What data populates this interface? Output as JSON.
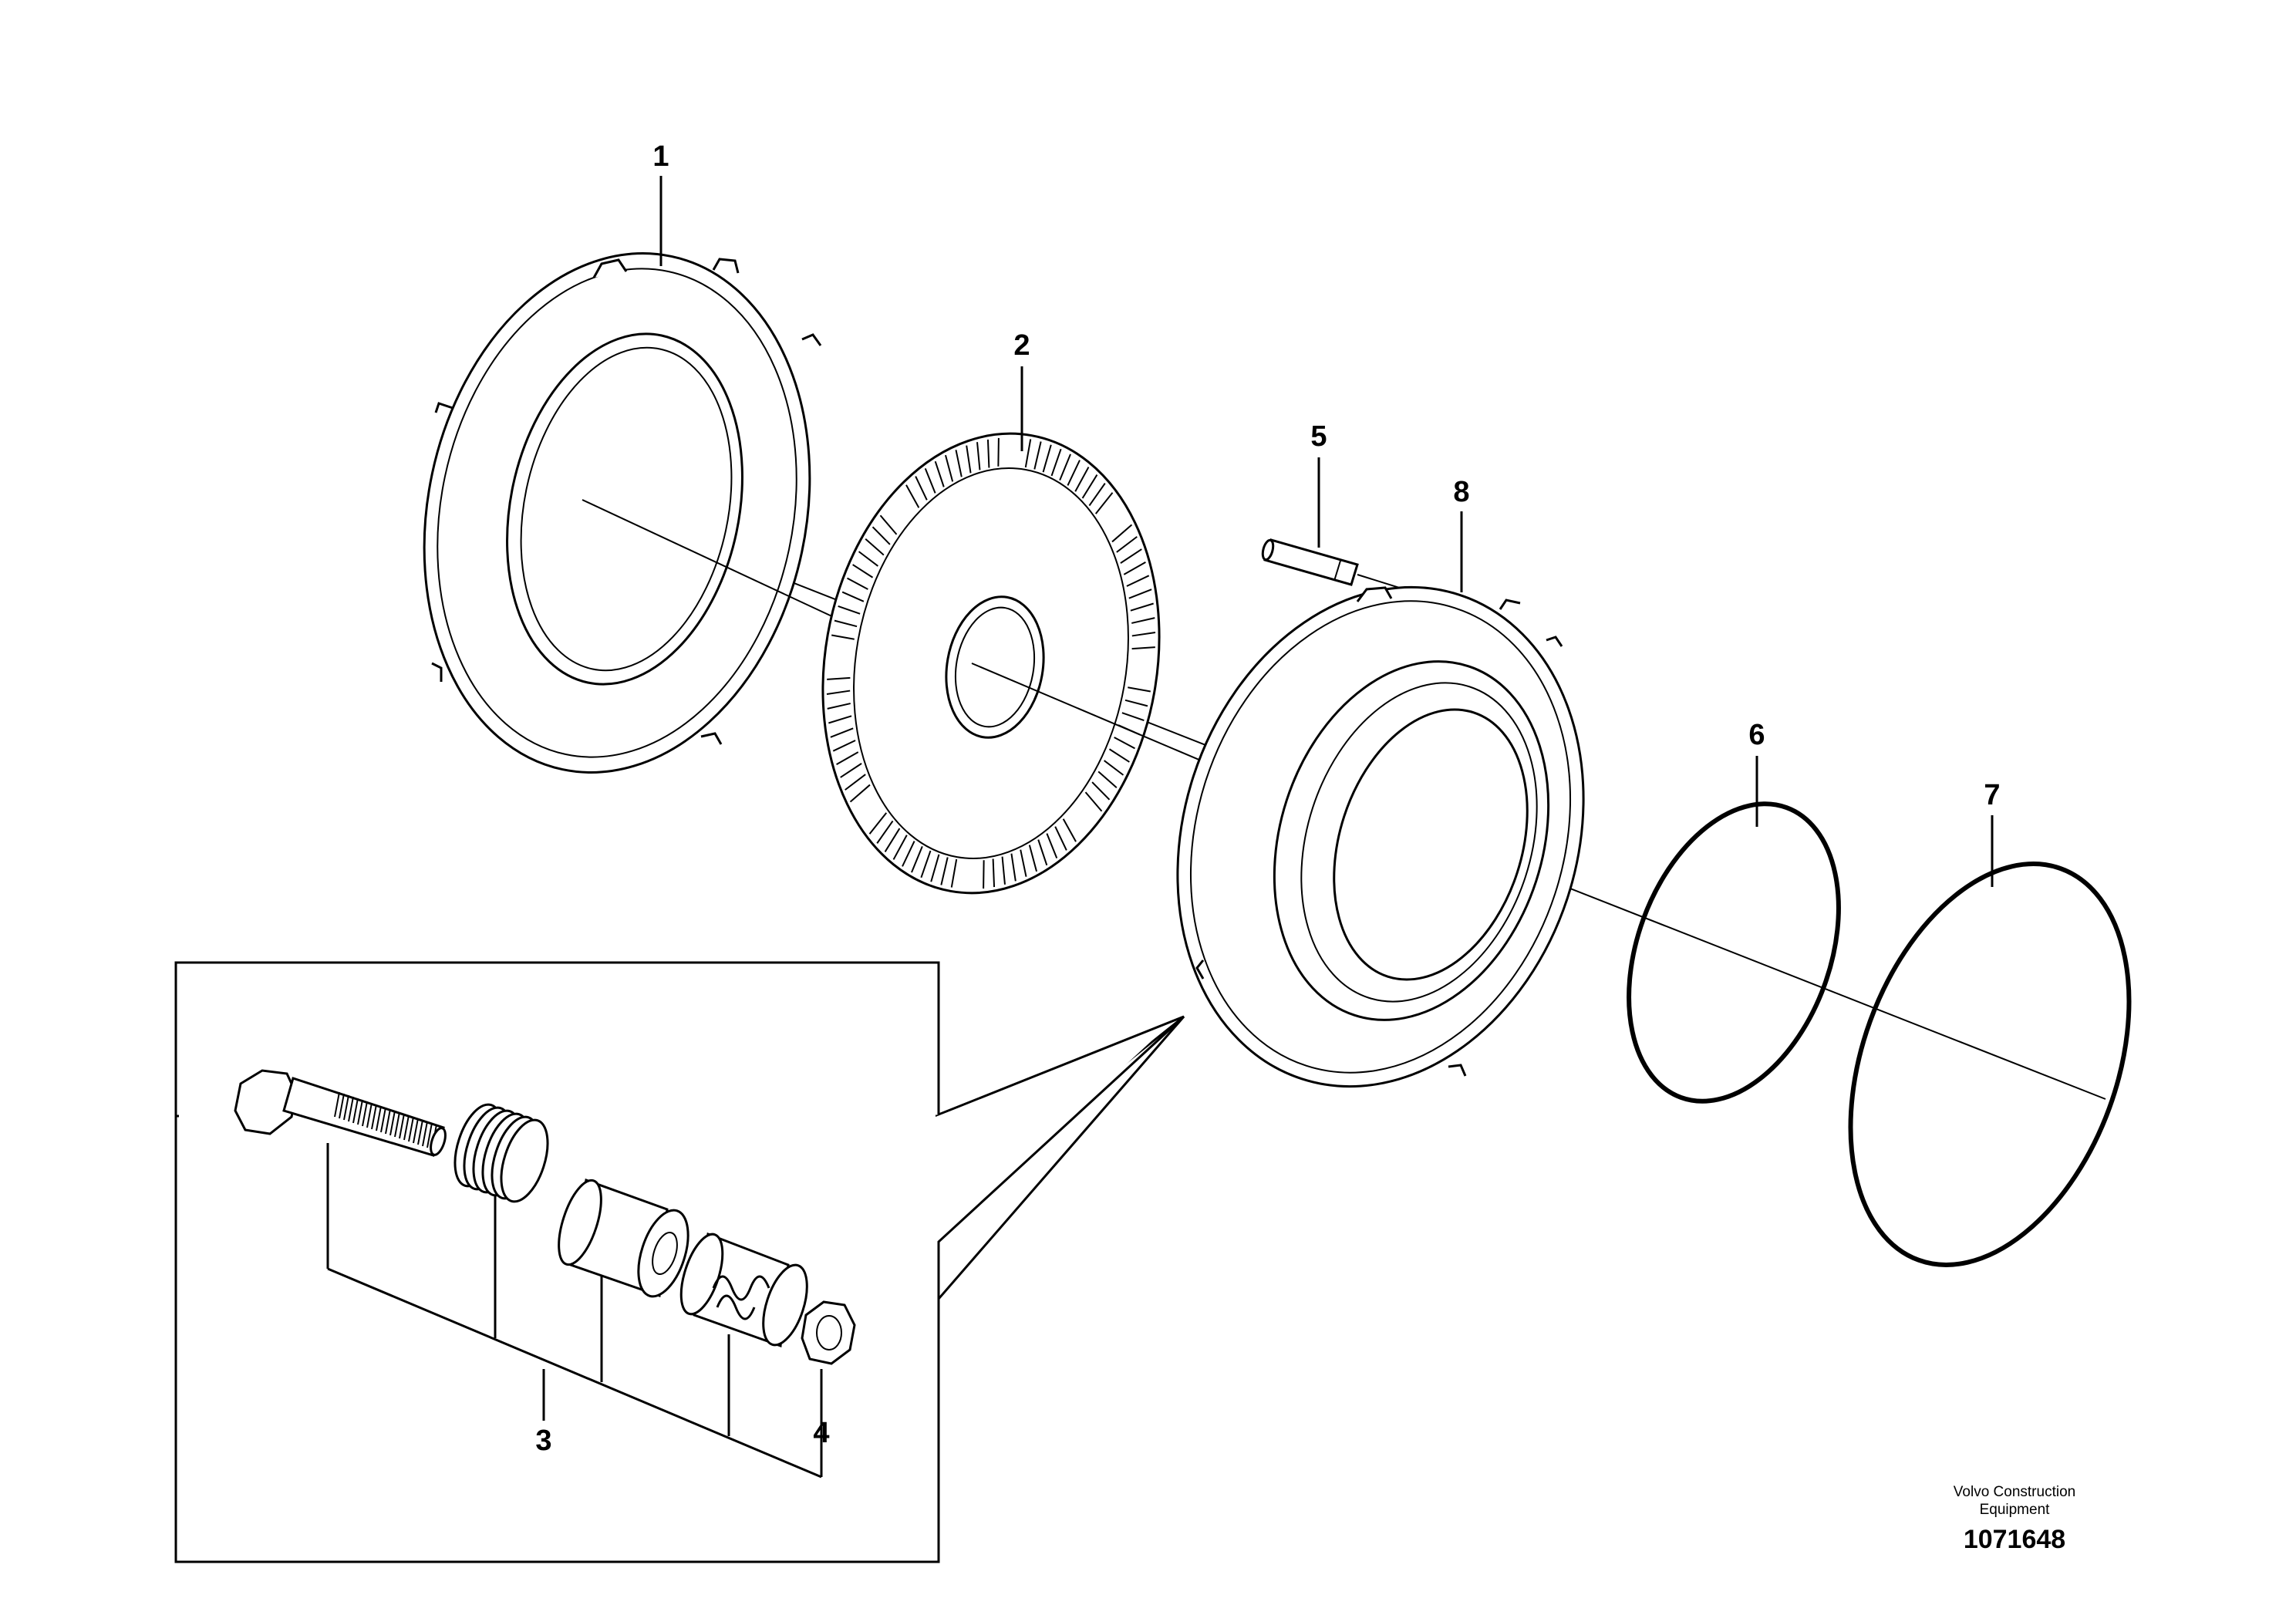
{
  "callouts": {
    "c1": "1",
    "c2": "2",
    "c3": "3",
    "c4": "4",
    "c5": "5",
    "c6": "6",
    "c7": "7",
    "c8": "8"
  },
  "credit": {
    "line1": "Volvo Construction",
    "line2": "Equipment",
    "number": "1071648"
  }
}
